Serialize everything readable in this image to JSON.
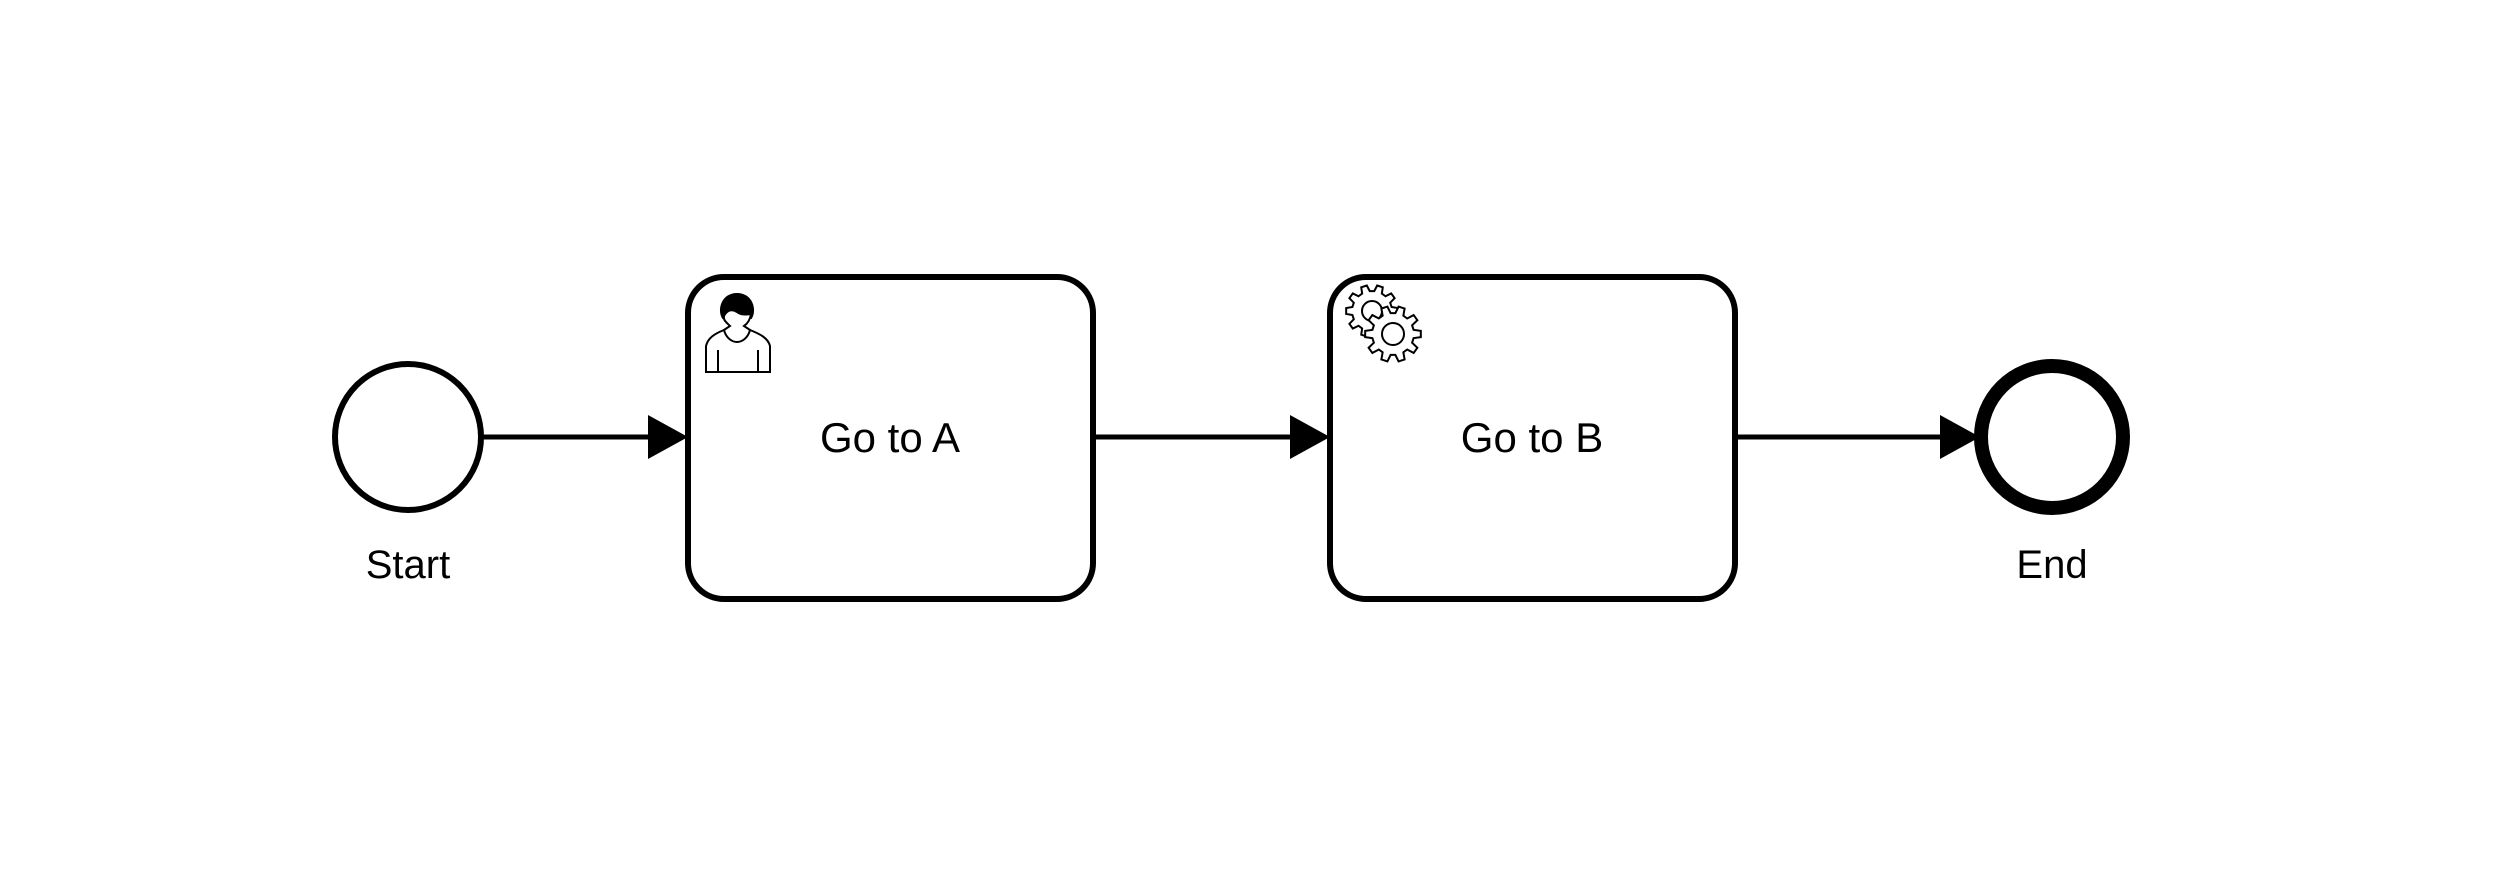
{
  "diagram": {
    "type": "bpmn-process",
    "colors": {
      "stroke": "#000000",
      "fill": "#ffffff"
    },
    "nodes": [
      {
        "id": "start",
        "kind": "start-event",
        "label": "Start"
      },
      {
        "id": "task_a",
        "kind": "user-task",
        "icon": "user-icon",
        "label": "Go to A"
      },
      {
        "id": "task_b",
        "kind": "service-task",
        "icon": "gear-icon",
        "label": "Go to B"
      },
      {
        "id": "end",
        "kind": "end-event",
        "label": "End"
      }
    ],
    "flows": [
      {
        "from": "start",
        "to": "task_a"
      },
      {
        "from": "task_a",
        "to": "task_b"
      },
      {
        "from": "task_b",
        "to": "end"
      }
    ]
  }
}
